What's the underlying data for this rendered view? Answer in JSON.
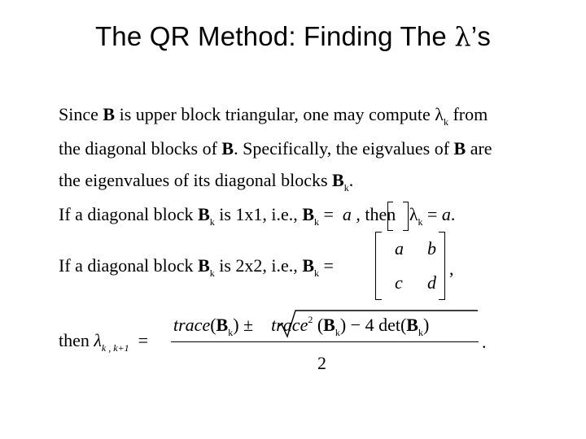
{
  "title": {
    "text": "The QR Method: Finding The ",
    "symbol": "λ",
    "suffix": "’s"
  },
  "lines": {
    "l1_a": "Since ",
    "l1_b": "B",
    "l1_c": " is upper block triangular, one may compute ",
    "l1_d": "λ",
    "l1_e": "k",
    "l1_f": " from",
    "l2_a": "the diagonal blocks of ",
    "l2_b": "B",
    "l2_c": ". Specifically, the eigvalues of ",
    "l2_d": "B",
    "l2_e": " are",
    "l3_a": "the eigenvalues of its diagonal blocks ",
    "l3_b": "B",
    "l3_c": "k",
    "l3_d": ".",
    "l4_a": "If a diagonal block ",
    "l4_b": "B",
    "l4_c": "k",
    "l4_d": " is 1x1, i.e., ",
    "l4_e": "B",
    "l4_f": "k",
    "l4_g": " = ",
    "l4_h": "a",
    "l4_i": ", then ",
    "l4_j": "λ",
    "l4_k": "k",
    "l4_l": " = ",
    "l4_m": "a",
    "l4_n": ".",
    "l5_a": "If a diagonal block ",
    "l5_b": "B",
    "l5_c": "k",
    "l5_d": " is 2x2, i.e., ",
    "l5_e": "B",
    "l5_f": "k",
    "l5_g": " = ",
    "l5_h": ",",
    "l6_a": "then ",
    "l6_b": "λ",
    "l6_c": "k , k+1",
    "l6_d": " = ",
    "l6_e": "."
  },
  "matrix": {
    "a": "a",
    "b": "b",
    "c": "c",
    "d": "d"
  },
  "formula": {
    "num_a": "trace",
    "num_b": "(",
    "num_c": "B",
    "num_d": "k",
    "num_e": ") ± ",
    "num_f": "trace",
    "num_g": "2",
    "num_h": " (",
    "num_i": "B",
    "num_j": "k",
    "num_k": ") − 4 det(",
    "num_l": "B",
    "num_m": "k",
    "num_n": ")",
    "den": "2"
  }
}
